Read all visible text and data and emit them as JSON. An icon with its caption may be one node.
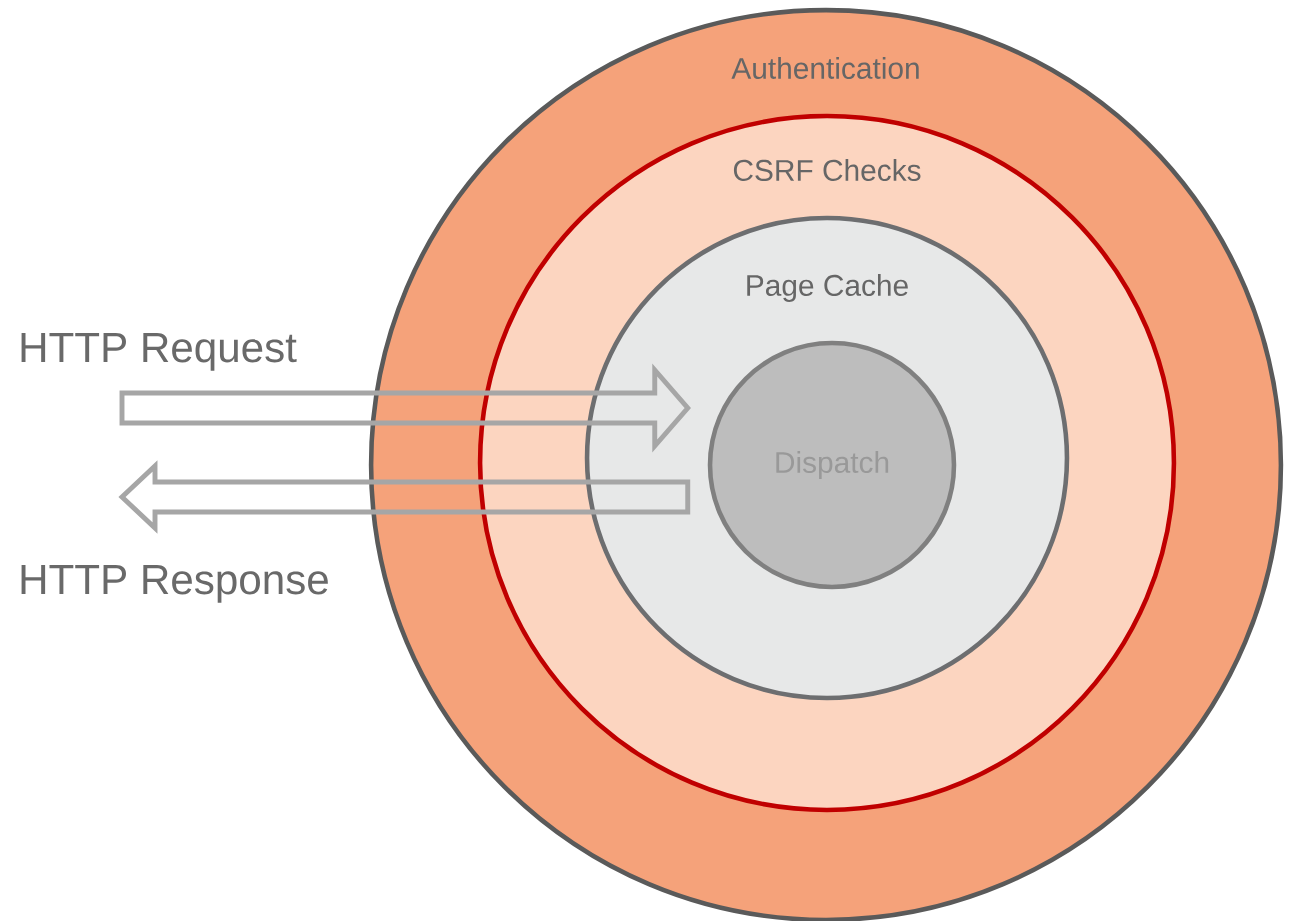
{
  "diagram": {
    "nodes": [
      {
        "text": [
          "Authentication"
        ]
      },
      {
        "text": [
          "CSRF Checks"
        ],
        "in": 0
      },
      {
        "text": [
          "Page Cache"
        ],
        "in": 1
      },
      {
        "text": [
          "Dispatch"
        ],
        "in": 2
      }
    ],
    "edges": [
      {
        "from": null,
        "to": 3,
        "arrow": "to",
        "label": "HTTP Request"
      },
      {
        "from": 3,
        "to": null,
        "arrow": "to",
        "label": "HTTP Response"
      }
    ]
  }
}
